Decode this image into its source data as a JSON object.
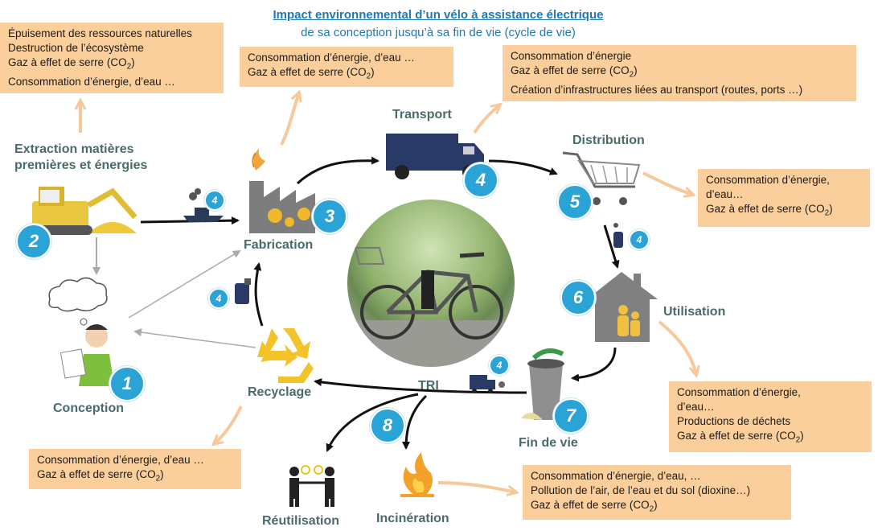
{
  "title": {
    "line1": "Impact environnemental d’un vélo à assistance électrique",
    "line2": "de sa conception jusqu’à sa fin de vie (cycle de vie)"
  },
  "boxes": {
    "extraction": [
      "Épuisement des ressources naturelles",
      "Destruction de l’écosystème",
      "Gaz à effet de serre (CO2)",
      "Consommation d’énergie, d’eau …"
    ],
    "fabrication": [
      "Consommation d’énergie, d’eau …",
      "Gaz à effet de serre (CO2)"
    ],
    "transport": [
      "Consommation d’énergie",
      "Gaz à effet de serre (CO2)",
      "Création d’infrastructures liées au transport (routes, ports …)"
    ],
    "distribution": [
      "Consommation d’énergie,",
      " d’eau…",
      "Gaz à effet de serre (CO2)"
    ],
    "utilisation": [
      "Consommation d’énergie,",
      "d’eau…",
      "Productions de déchets",
      "Gaz à effet de serre (CO2)"
    ],
    "recyclage": [
      "Consommation d’énergie, d’eau …",
      "Gaz à effet de serre (CO2)"
    ],
    "incineration": [
      "Consommation d’énergie, d’eau, …",
      "Pollution de l’air, de l’eau et du sol (dioxine…)",
      "Gaz à effet de serre (CO2)"
    ]
  },
  "stages": {
    "extraction_l1": "Extraction matières",
    "extraction_l2": "premières et énergies",
    "transport": "Transport",
    "distribution": "Distribution",
    "fabrication": "Fabrication",
    "utilisation": "Utilisation",
    "conception": "Conception",
    "recyclage": "Recyclage",
    "fin_de_vie": "Fin de vie",
    "tri": "TRI",
    "reutilisation": "Réutilisation",
    "incineration": "Incinération"
  },
  "badges": {
    "conception": "1",
    "extraction": "2",
    "fabrication": "3",
    "transport": "4",
    "distribution": "5",
    "utilisation": "6",
    "fin_de_vie": "7",
    "tri": "8",
    "ship": "4",
    "dist_car": "4",
    "recycle_bag": "4",
    "truck_small": "4"
  },
  "colors": {
    "box": "#fbcf9c",
    "badge": "#2aa3d6",
    "stage_text": "#4a6b6b",
    "title": "#1f77b4"
  }
}
